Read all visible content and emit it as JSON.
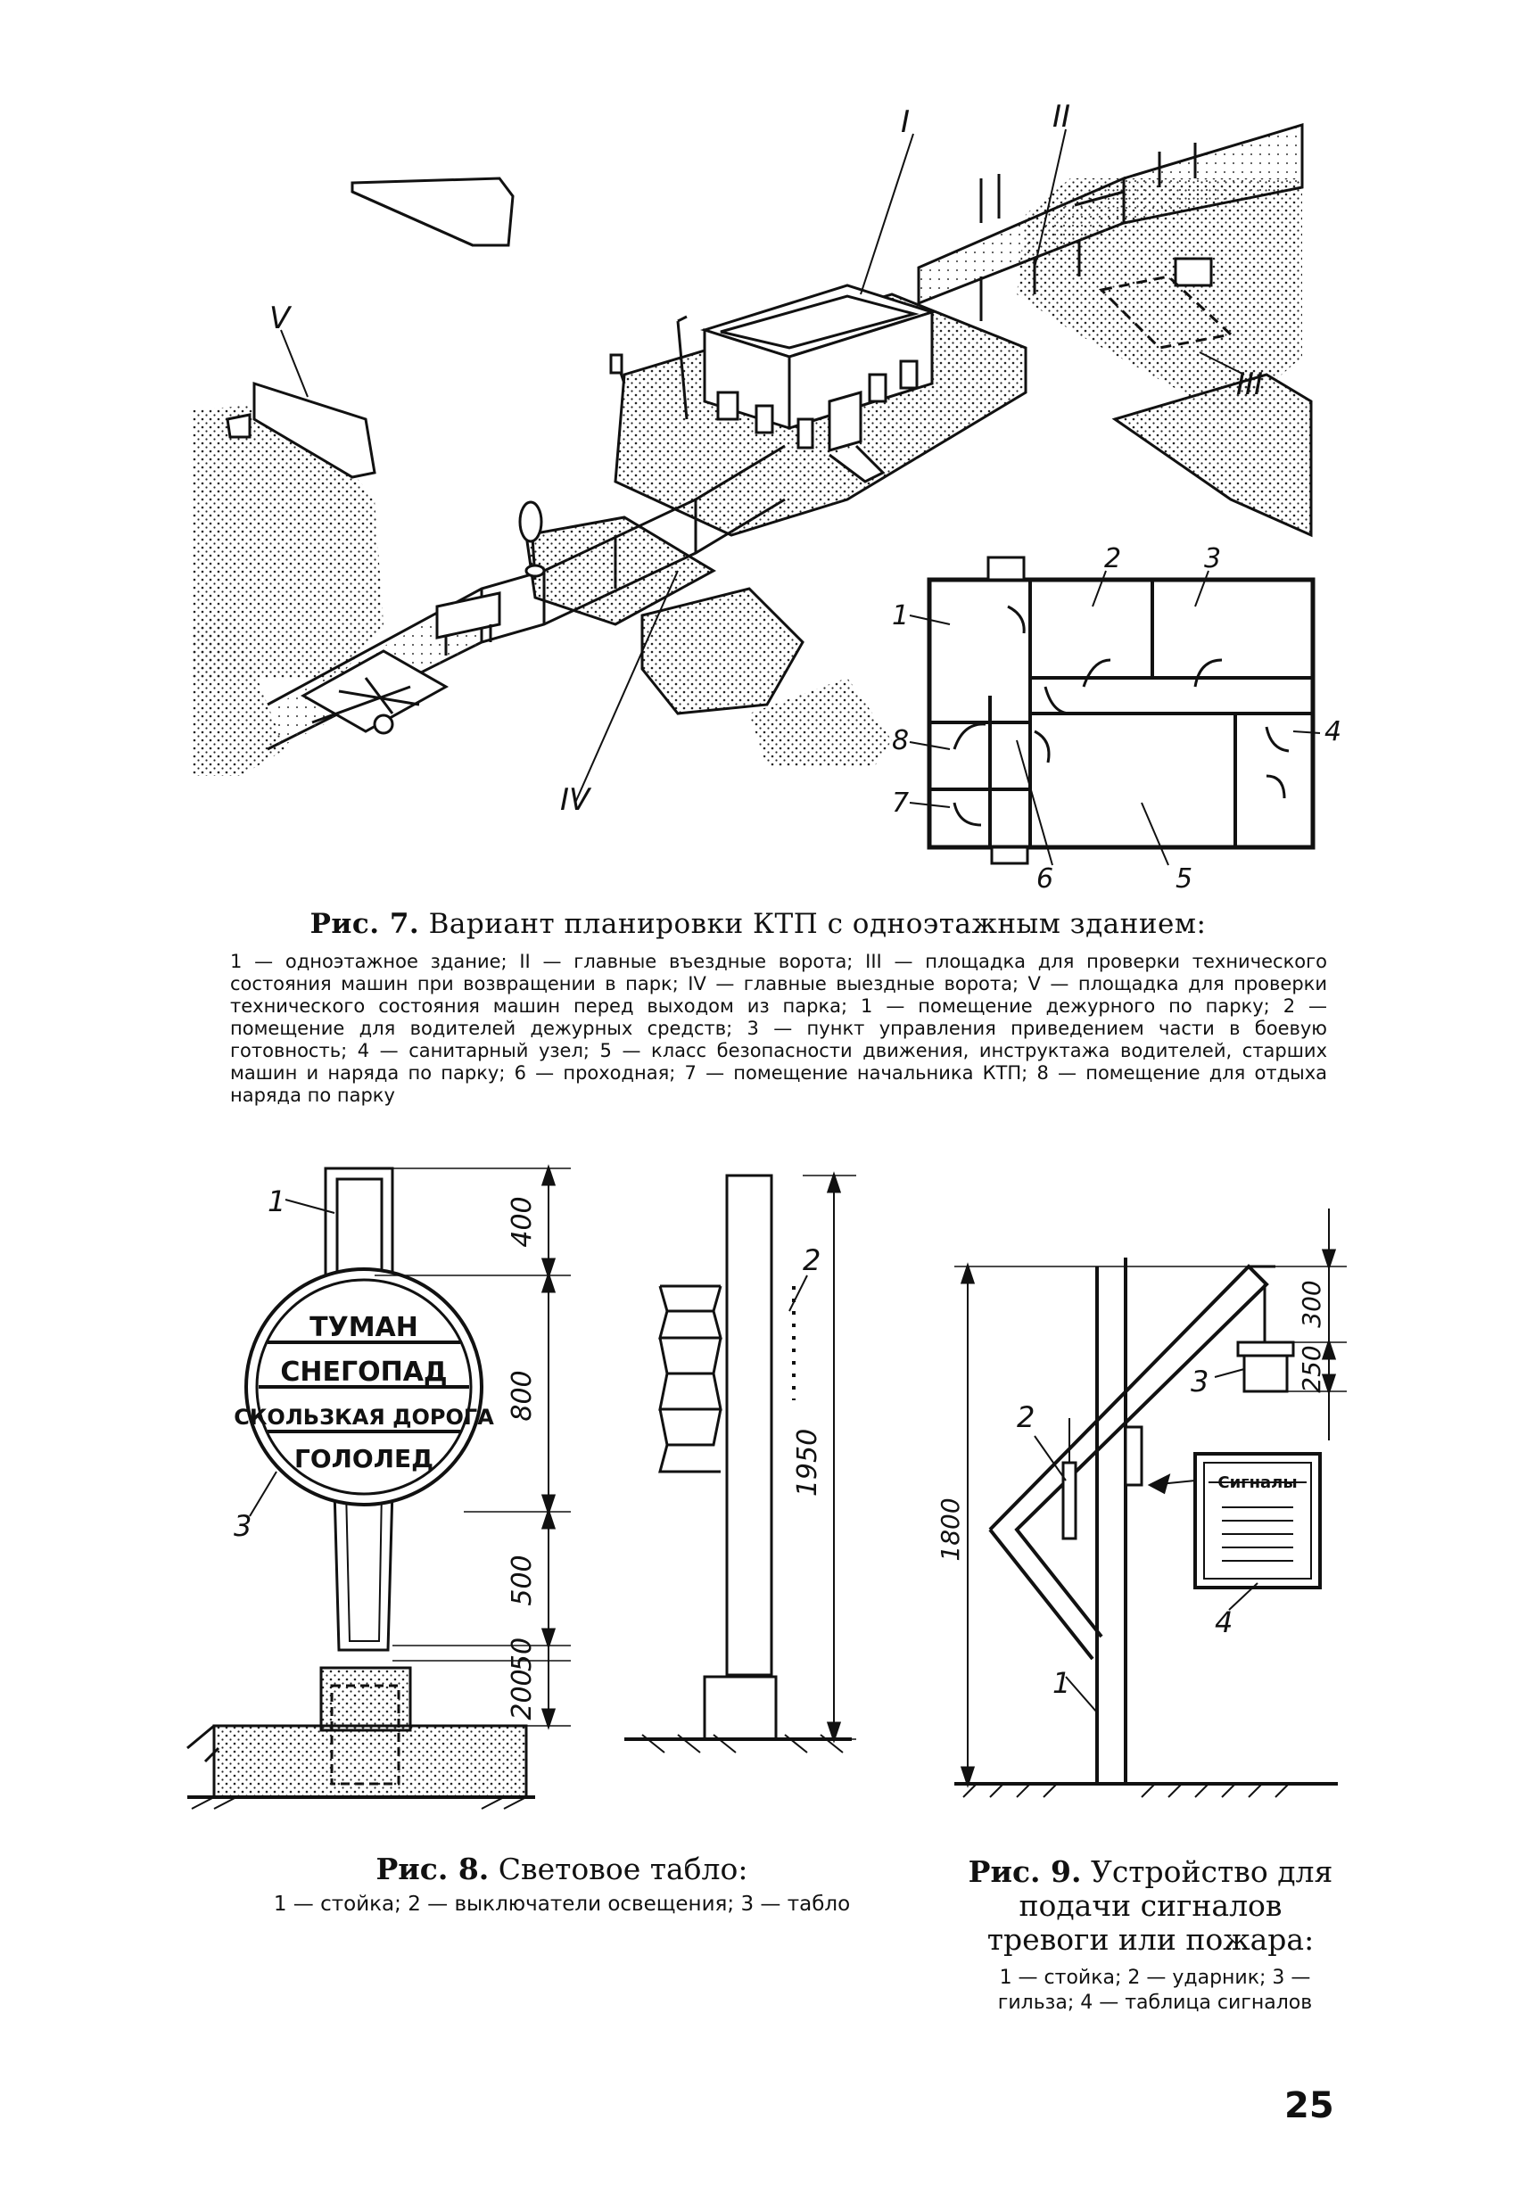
{
  "figure7": {
    "title_prefix": "Рис. 7.",
    "title": "Вариант планировки КТП с одноэтажным зданием:",
    "legend": "1 — одноэтажное здание; II — главные въездные ворота; III — площадка для проверки технического состояния машин при возвращении в парк; IV — главные выездные ворота; V — площадка для проверки технического состояния машин перед выходом из парка; 1 — помещение дежурного по парку; 2 — помещение для водителей дежурных средств; 3 — пункт управления приведением части в боевую готовность; 4 — санитарный узел; 5 — класс безопасности движения, инструктажа водителей, старших машин и наряда по парку; 6 — проходная; 7 — помещение начальника КТП; 8 — помещение для отдыха наряда по парку",
    "site_labels": {
      "I": "I",
      "II": "II",
      "III": "III",
      "IV": "IV",
      "V": "V"
    },
    "room_labels": {
      "r1": "1",
      "r2": "2",
      "r3": "3",
      "r4": "4",
      "r5": "5",
      "r6": "6",
      "r7": "7",
      "r8": "8"
    }
  },
  "figure8": {
    "title_prefix": "Рис. 8.",
    "title": "Световое табло:",
    "legend": "1 — стойка; 2 — выключатели освещения; 3 — табло",
    "sign_lines": [
      "ТУМАН",
      "СНЕГОПАД",
      "СКОЛЬЗКАЯ ДОРОГА",
      "ГОЛОЛЕД"
    ],
    "dimensions": {
      "d400": "400",
      "d800": "800",
      "d500": "500",
      "d50": "50",
      "d200": "200",
      "d1950": "1950"
    },
    "labels": {
      "l1": "1",
      "l2": "2",
      "l3": "3"
    }
  },
  "figure9": {
    "title_prefix": "Рис. 9.",
    "title": "Устройство для подачи сигналов тревоги или пожара:",
    "legend": "1 — стойка; 2 — ударник; 3 — гильза; 4 — таблица сигналов",
    "board_title": "Сигналы",
    "dimensions": {
      "d300": "300",
      "d250": "250",
      "d1800": "1800"
    },
    "labels": {
      "l1": "1",
      "l2": "2",
      "l3": "3",
      "l4": "4"
    }
  },
  "page_number": "25"
}
